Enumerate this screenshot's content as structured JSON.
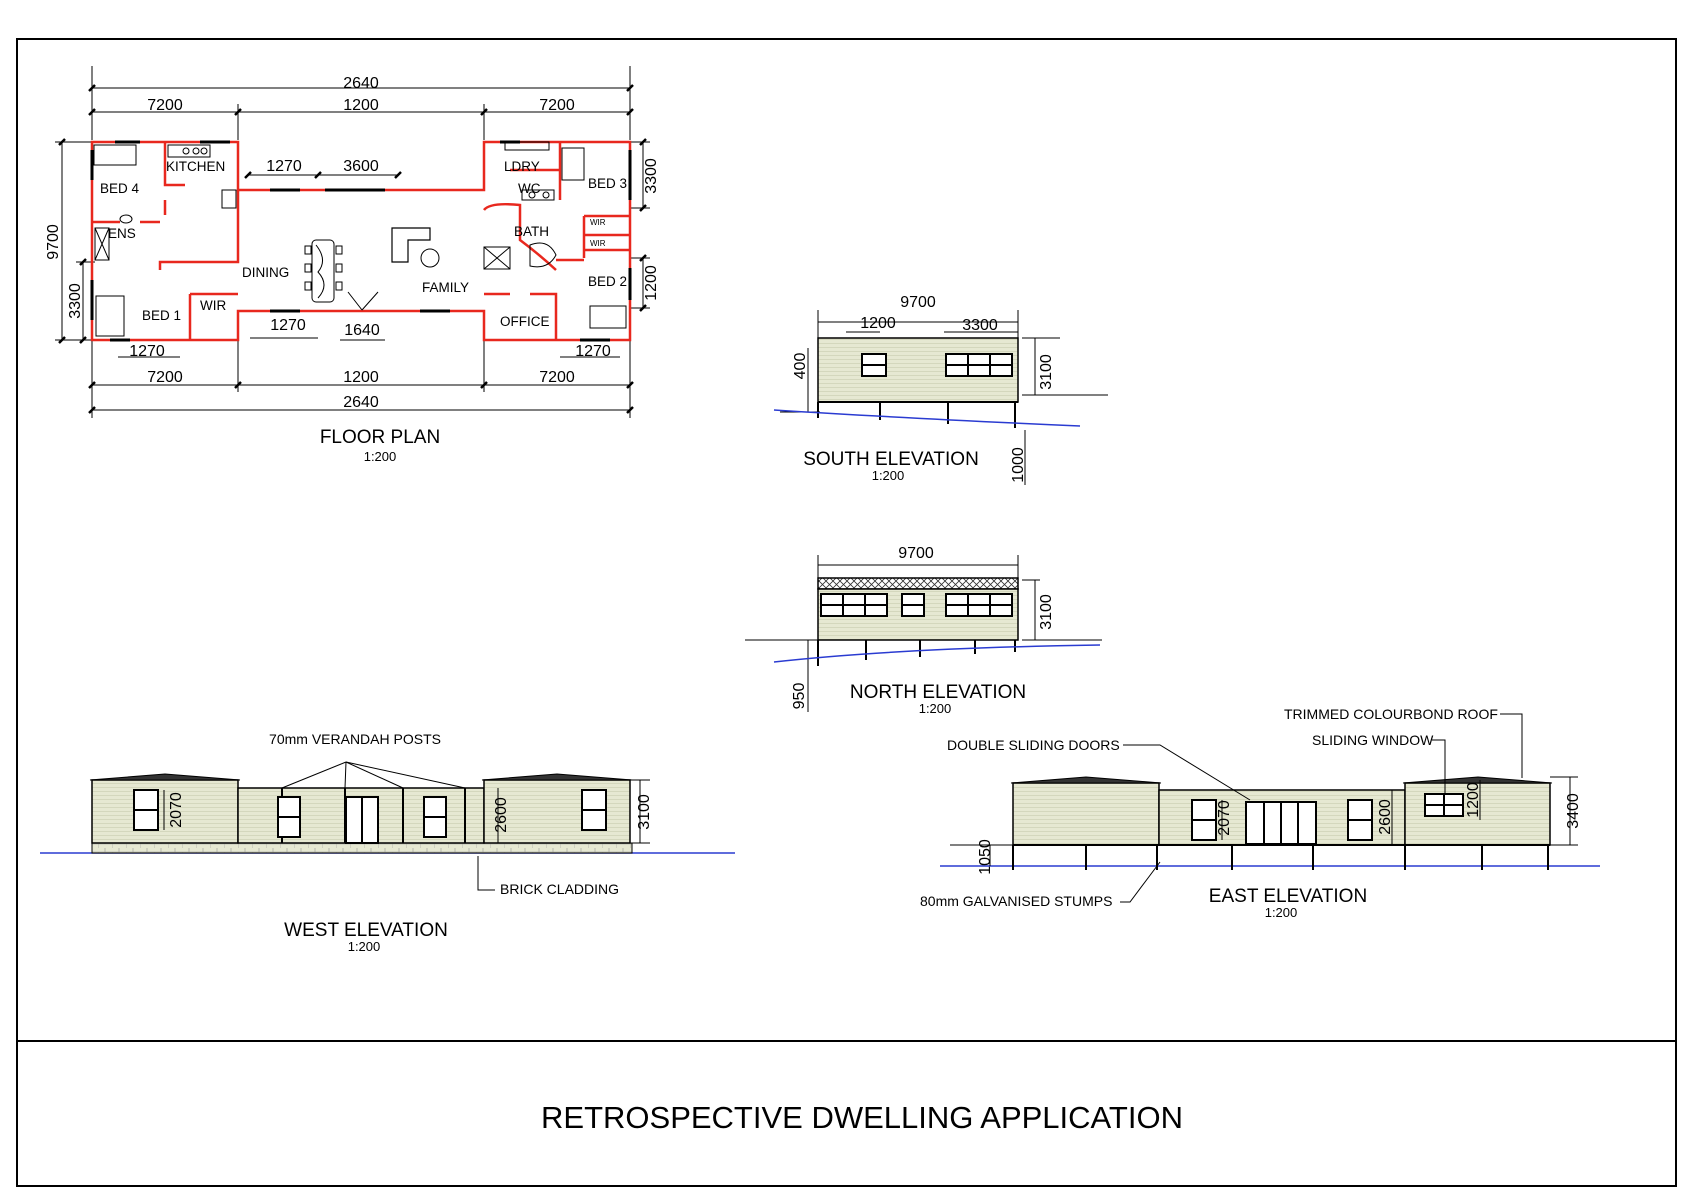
{
  "sheet_title": "RETROSPECTIVE DWELLING APPLICATION",
  "floor_plan": {
    "title": "FLOOR PLAN",
    "scale": "1:200",
    "rooms": {
      "bed4": "BED 4",
      "kitchen": "KITCHEN",
      "ens": "ENS",
      "bed1": "BED 1",
      "wir1": "WIR",
      "dining": "DINING",
      "family": "FAMILY",
      "ldry": "LDRY",
      "wc": "WC",
      "bath": "BATH",
      "bed3": "BED 3",
      "wir_a": "WIR",
      "wir_b": "WIR",
      "bed2": "BED 2",
      "office": "OFFICE"
    },
    "dims": {
      "top_total": "2640",
      "top_left": "7200",
      "top_mid": "1200",
      "top_right": "7200",
      "bottom_total": "2640",
      "bottom_left": "7200",
      "bottom_mid": "1200",
      "bottom_right": "7200",
      "left_total": "9700",
      "left_lower": "3300",
      "right_upper": "3300",
      "right_mid": "1200",
      "win_top_a": "1270",
      "win_top_b": "3600",
      "win_bot_a": "1270",
      "door_bot": "1640",
      "win_bot_left": "1270",
      "win_bot_right": "1270"
    }
  },
  "south_elevation": {
    "title": "SOUTH ELEVATION",
    "scale": "1:200",
    "dims": {
      "width": "9700",
      "win_a": "1200",
      "win_b": "3300",
      "floor": "400",
      "height": "3100",
      "ground": "1000"
    }
  },
  "north_elevation": {
    "title": "NORTH ELEVATION",
    "scale": "1:200",
    "dims": {
      "width": "9700",
      "height": "3100",
      "ground": "950"
    }
  },
  "west_elevation": {
    "title": "WEST ELEVATION",
    "scale": "1:200",
    "notes": {
      "posts": "70mm VERANDAH POSTS",
      "cladding": "BRICK CLADDING"
    },
    "dims": {
      "win": "2070",
      "wall": "2600",
      "height": "3100"
    }
  },
  "east_elevation": {
    "title": "EAST ELEVATION",
    "scale": "1:200",
    "notes": {
      "roof": "TRIMMED COLOURBOND ROOF",
      "window": "SLIDING WINDOW",
      "doors": "DOUBLE SLIDING DOORS",
      "stumps": "80mm GALVANISED STUMPS"
    },
    "dims": {
      "win": "2070",
      "wall": "2600",
      "win_h": "1200",
      "height": "3400",
      "floor": "1050"
    }
  },
  "colors": {
    "walls": "#e8281e",
    "cladding": "#e6e8d2",
    "ground": "#2a3bd1"
  }
}
